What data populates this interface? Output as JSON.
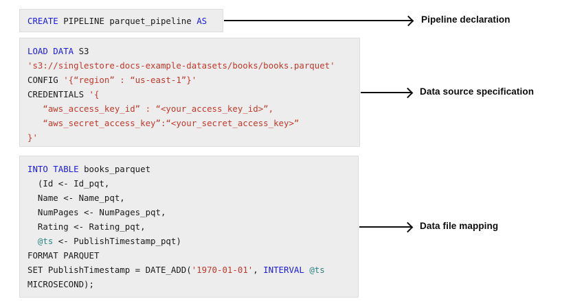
{
  "diagram": {
    "title": "SingleStore CREATE PIPELINE parquet example",
    "background_color": "#ffffff",
    "block_background": "#ededed",
    "block_border": "#dcdcdc",
    "arrow_color": "#0d0d0d",
    "syntax_colors": {
      "keyword": "#1a1ae0",
      "string": "#c0392b",
      "variable": "#2a8484",
      "plain": "#1a1a1a"
    }
  },
  "blocks": [
    {
      "id": "pipeline-declaration",
      "lines": [
        [
          {
            "t": "CREATE",
            "c": "kw"
          },
          {
            "t": " PIPELINE parquet_pipeline ",
            "c": "pl"
          },
          {
            "t": "AS",
            "c": "kw"
          }
        ]
      ]
    },
    {
      "id": "data-source-specification",
      "lines": [
        [
          {
            "t": "LOAD DATA",
            "c": "kw"
          },
          {
            "t": " S3",
            "c": "pl"
          }
        ],
        [
          {
            "t": "'s3://singlestore-docs-example-datasets/books/books.parquet'",
            "c": "str"
          }
        ],
        [
          {
            "t": "CONFIG ",
            "c": "pl"
          },
          {
            "t": "'{“region” : “us-east-1”}'",
            "c": "str"
          }
        ],
        [
          {
            "t": "CREDENTIALS ",
            "c": "pl"
          },
          {
            "t": "'{",
            "c": "str"
          }
        ],
        [
          {
            "t": "   “aws_access_key_id” : “<your_access_key_id>”,",
            "c": "str"
          }
        ],
        [
          {
            "t": "   “aws_secret_access_key”:“<your_secret_access_key>”",
            "c": "str"
          }
        ],
        [
          {
            "t": "}'",
            "c": "str"
          }
        ]
      ]
    },
    {
      "id": "data-file-mapping",
      "lines": [
        [
          {
            "t": "INTO TABLE",
            "c": "kw"
          },
          {
            "t": " books_parquet",
            "c": "pl"
          }
        ],
        [
          {
            "t": "  (Id <- Id_pqt,",
            "c": "pl"
          }
        ],
        [
          {
            "t": "  Name <- Name_pqt,",
            "c": "pl"
          }
        ],
        [
          {
            "t": "  NumPages <- NumPages_pqt,",
            "c": "pl"
          }
        ],
        [
          {
            "t": "  Rating <- Rating_pqt,",
            "c": "pl"
          }
        ],
        [
          {
            "t": "  ",
            "c": "pl"
          },
          {
            "t": "@ts",
            "c": "var"
          },
          {
            "t": " <- PublishTimestamp_pqt)",
            "c": "pl"
          }
        ],
        [
          {
            "t": "FORMAT PARQUET",
            "c": "pl"
          }
        ],
        [
          {
            "t": "SET PublishTimestamp = DATE_ADD(",
            "c": "pl"
          },
          {
            "t": "'1970-01-01'",
            "c": "str"
          },
          {
            "t": ", ",
            "c": "pl"
          },
          {
            "t": "INTERVAL",
            "c": "kw"
          },
          {
            "t": " ",
            "c": "pl"
          },
          {
            "t": "@ts",
            "c": "var"
          }
        ],
        [
          {
            "t": "MICROSECOND);",
            "c": "pl"
          }
        ]
      ]
    }
  ],
  "callouts": [
    {
      "id": "pipeline-declaration",
      "label": "Pipeline declaration"
    },
    {
      "id": "data-source-specification",
      "label": "Data source specification"
    },
    {
      "id": "data-file-mapping",
      "label": "Data file mapping"
    }
  ]
}
